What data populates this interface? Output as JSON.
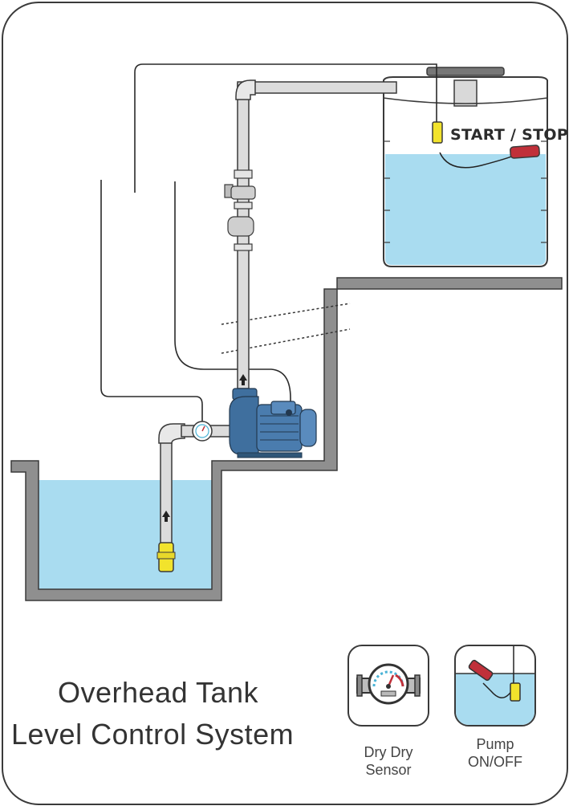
{
  "title": {
    "line1": "Overhead Tank",
    "line2": "Level Control System"
  },
  "tank_label": "START / STOP",
  "legend": [
    {
      "icon": "dry-run-sensor-gauge-icon",
      "caption_line1": "Dry Dry",
      "caption_line2": "Sensor"
    },
    {
      "icon": "float-switch-icon",
      "caption_line1": "Pump",
      "caption_line2": "ON/OFF"
    }
  ],
  "colors": {
    "water": "#a9dcf0",
    "wall": "#8c8c8c",
    "pipe": "#dcdcdc",
    "pump": "#3f6f9e",
    "float_red": "#c0303a",
    "float_yellow": "#f2e32c",
    "outline": "#3a3a3a"
  }
}
